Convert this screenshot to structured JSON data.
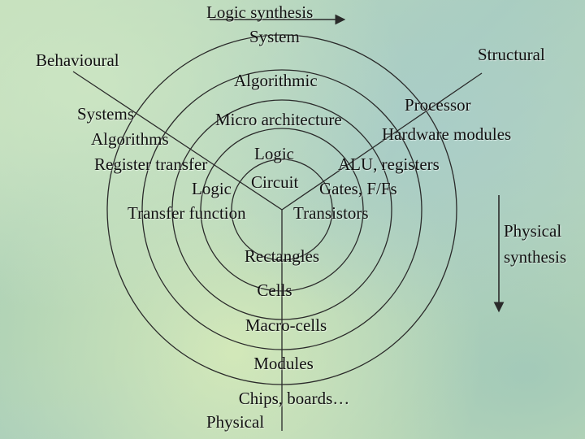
{
  "axes": {
    "behavioural": "Behavioural",
    "structural": "Structural",
    "physical": "Physical",
    "logic_synthesis": "Logic synthesis",
    "physical_synthesis_1": "Physical",
    "physical_synthesis_2": "synthesis"
  },
  "levels": {
    "system": "System",
    "algorithmic": "Algorithmic",
    "micro_architecture": "Micro architecture",
    "logic": "Logic",
    "circuit": "Circuit"
  },
  "behavioural_items": [
    "Systems",
    "Algorithms",
    "Register transfer",
    "Logic",
    "Transfer function"
  ],
  "structural_items": [
    "Processor",
    "Hardware modules",
    "ALU, registers",
    "Gates, F/Fs",
    "Transistors"
  ],
  "physical_items": [
    "Rectangles",
    "Cells",
    "Macro-cells",
    "Modules",
    "Chips, boards…"
  ],
  "colors": {
    "line": "#2a2a2a",
    "text": "#111111"
  }
}
